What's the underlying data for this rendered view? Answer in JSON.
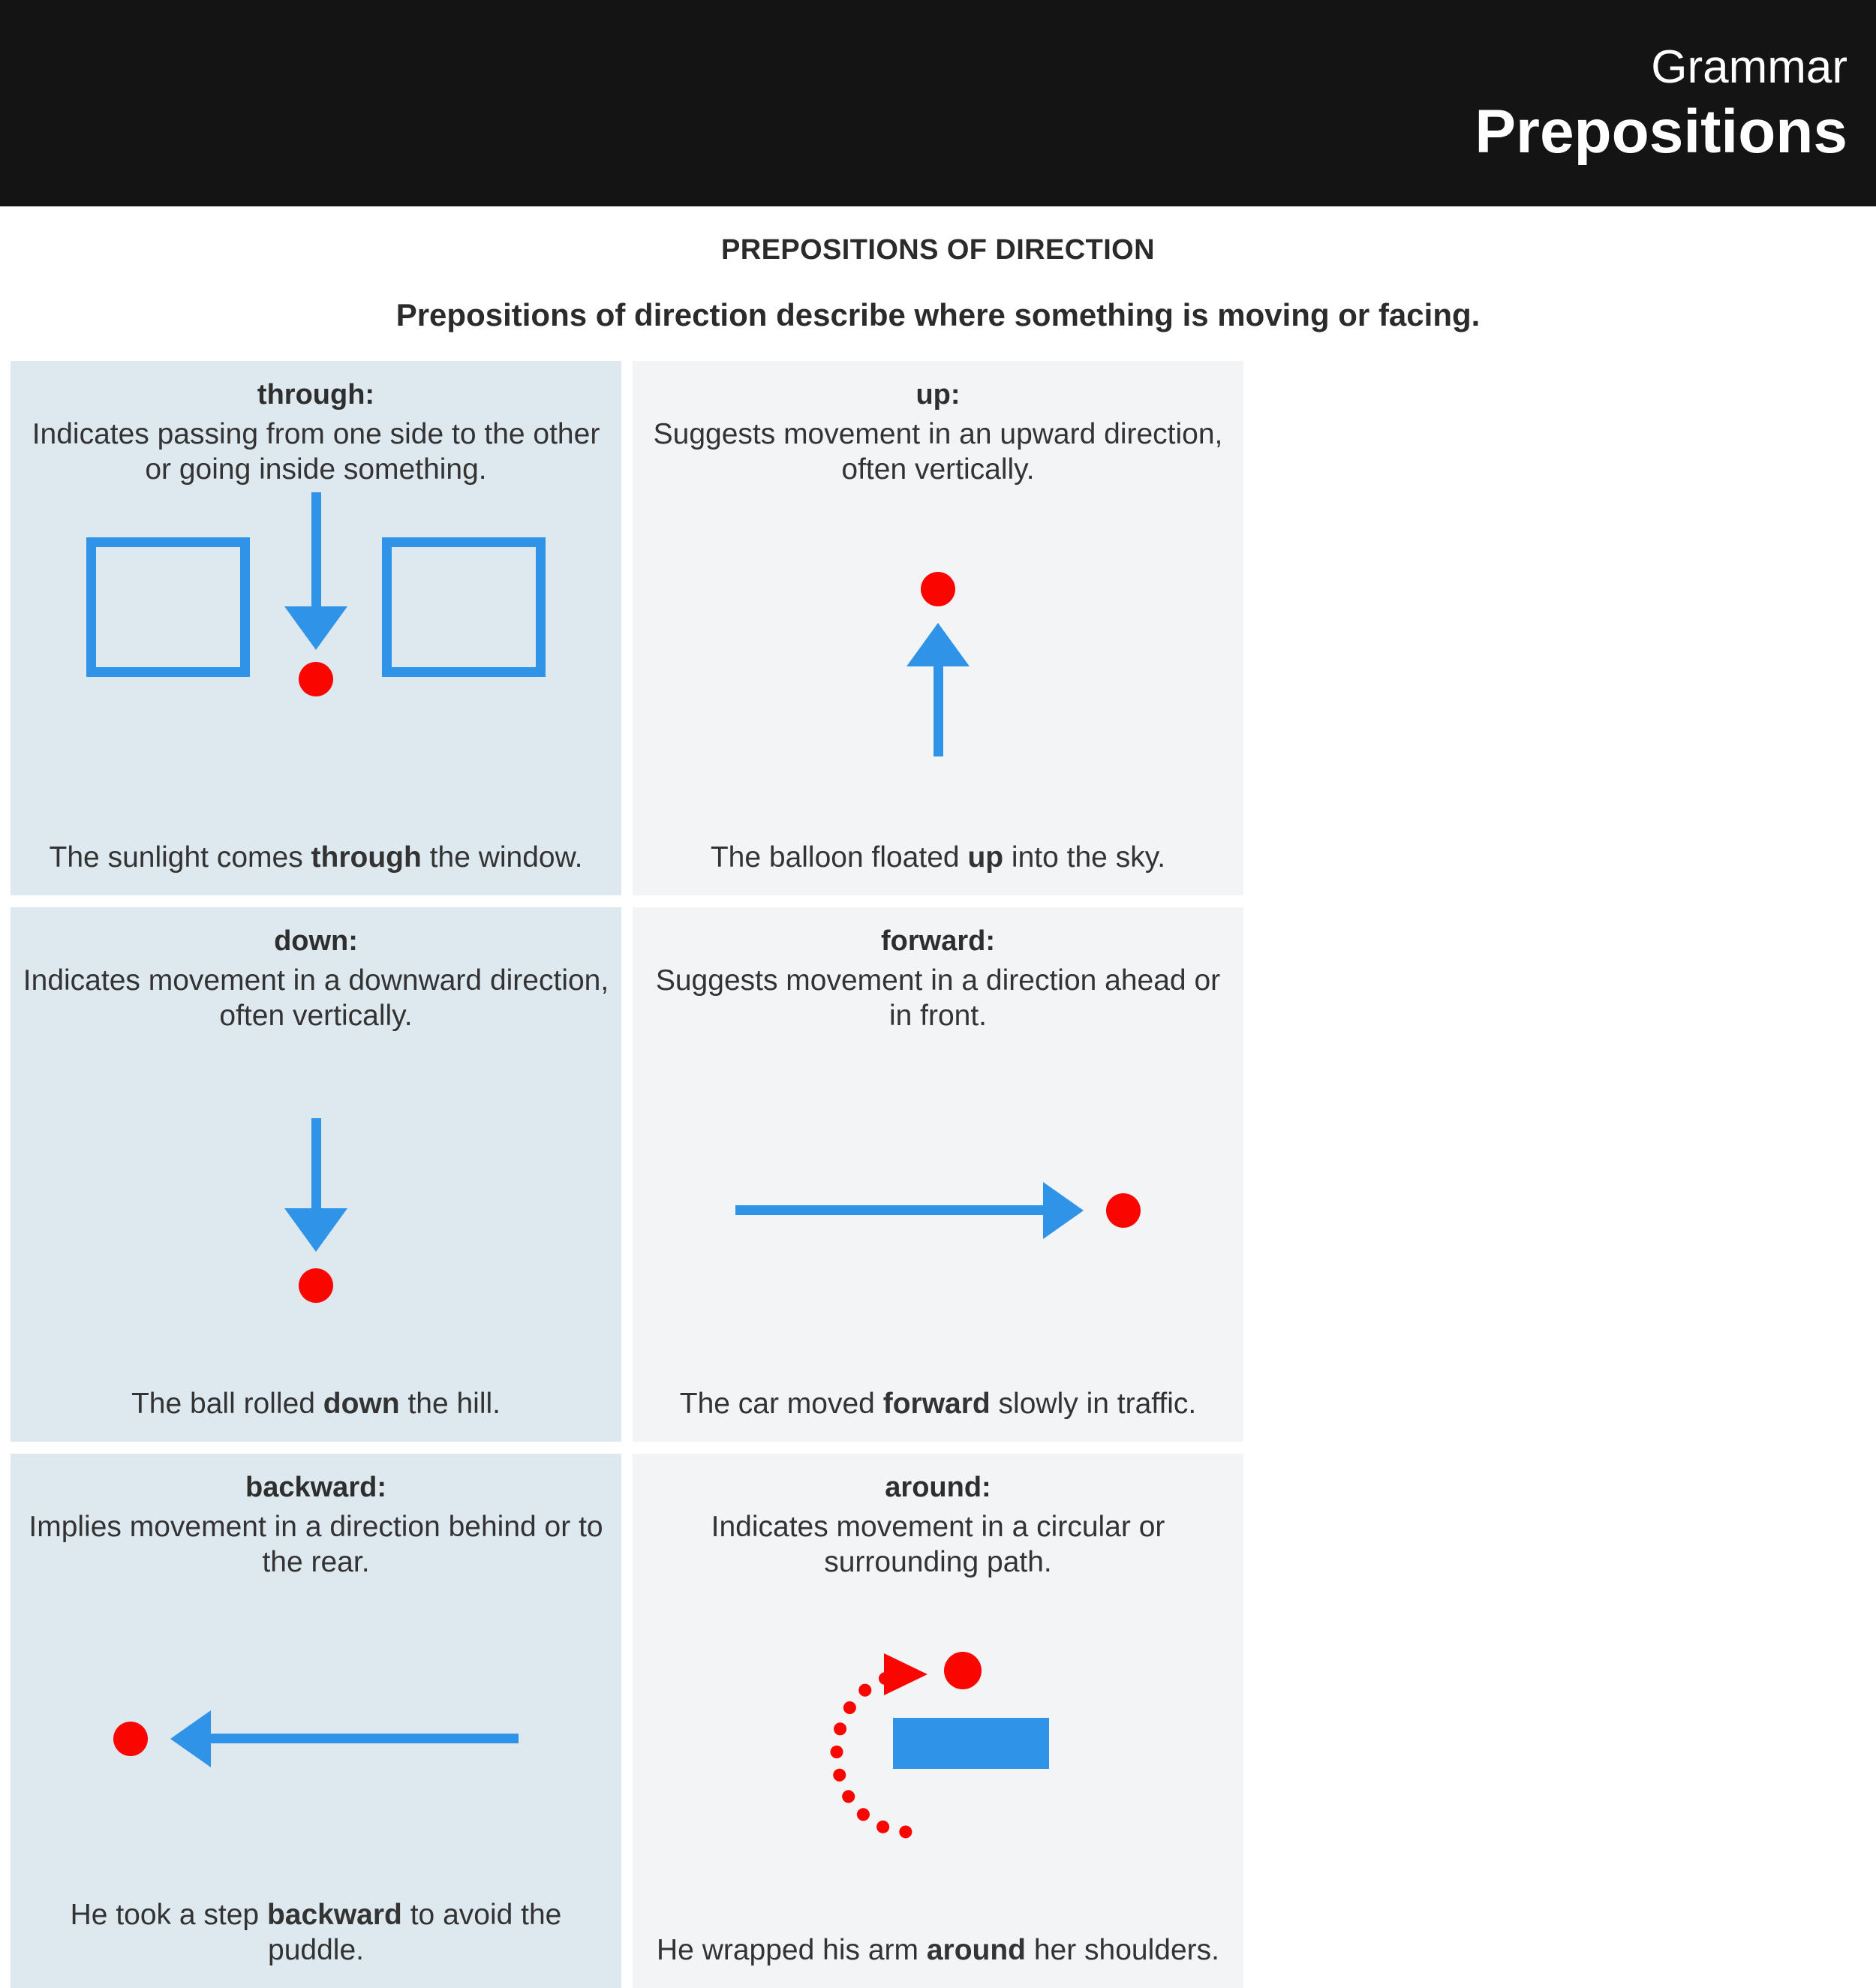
{
  "header": {
    "kicker": "Grammar",
    "title": "Prepositions",
    "bg_color": "#141414",
    "text_color": "#ffffff"
  },
  "intro": {
    "heading": "PREPOSITIONS OF DIRECTION",
    "subheading": "Prepositions of direction describe where something is moving or facing."
  },
  "palette": {
    "tint_blue": "#dde8ef",
    "tint_grey": "#f3f4f6",
    "accent_blue": "#2f94e8",
    "accent_red": "#fb0500",
    "body_text": "#333333"
  },
  "cards": [
    {
      "term": "through:",
      "definition": "Indicates passing from one side to the other or going inside something.",
      "example_before": "The sunlight comes ",
      "example_bold": "through",
      "example_after": " the window.",
      "tint": "blue",
      "diagram": "two-squares-with-down-arrow-and-dot"
    },
    {
      "term": "up:",
      "definition": "Suggests movement in an upward direction, often vertically.",
      "example_before": "The balloon floated ",
      "example_bold": "up",
      "example_after": " into the sky.",
      "tint": "grey",
      "diagram": "dot-above-up-arrow"
    },
    {
      "term": "down:",
      "definition": "Indicates movement in a downward direction, often vertically.",
      "example_before": "The ball rolled ",
      "example_bold": "down",
      "example_after": " the hill.",
      "tint": "blue",
      "diagram": "down-arrow-above-dot"
    },
    {
      "term": "forward:",
      "definition": "Suggests movement in a direction ahead or in front.",
      "example_before": "The car moved ",
      "example_bold": "forward",
      "example_after": " slowly in traffic.",
      "tint": "grey",
      "diagram": "right-arrow-then-dot"
    },
    {
      "term": "backward:",
      "definition": "Implies movement in a direction behind or to the rear.",
      "example_before": "He took a step ",
      "example_bold": "backward",
      "example_after": " to avoid the puddle.",
      "tint": "blue",
      "diagram": "dot-then-left-arrow"
    },
    {
      "term": "around:",
      "definition": "Indicates movement in a circular or surrounding path.",
      "example_before": "He wrapped his arm ",
      "example_bold": "around",
      "example_after": " her shoulders.",
      "tint": "grey",
      "diagram": "dotted-arc-with-arrowhead-around-rectangle"
    }
  ]
}
